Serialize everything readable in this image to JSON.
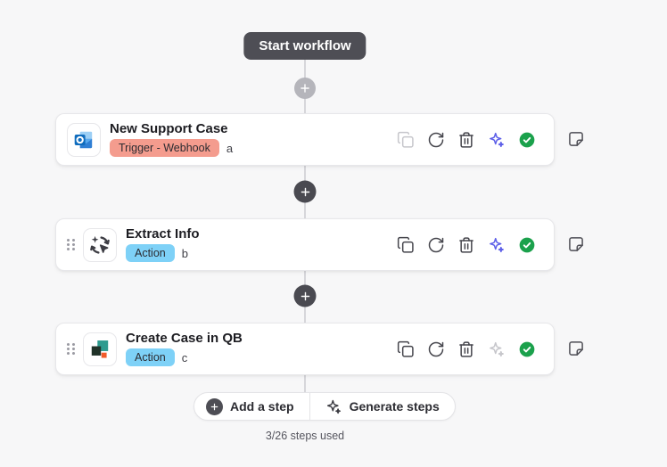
{
  "workflow": {
    "start_label": "Start workflow",
    "usage_text": "3/26 steps used"
  },
  "steps": [
    {
      "title": "New Support Case",
      "badge": "Trigger - Webhook",
      "badge_type": "trigger",
      "key": "a",
      "app_icon": "outlook-icon",
      "status": "success",
      "duplicate_disabled": true,
      "ai_disabled": false,
      "draggable": false
    },
    {
      "title": "Extract Info",
      "badge": "Action",
      "badge_type": "action",
      "key": "b",
      "app_icon": "ai-extract-icon",
      "status": "success",
      "duplicate_disabled": false,
      "ai_disabled": false,
      "draggable": true
    },
    {
      "title": "Create Case in QB",
      "badge": "Action",
      "badge_type": "action",
      "key": "c",
      "app_icon": "quickbase-icon",
      "status": "success",
      "duplicate_disabled": false,
      "ai_disabled": true,
      "draggable": true
    }
  ],
  "footer": {
    "add_step_label": "Add a step",
    "generate_steps_label": "Generate steps"
  },
  "colors": {
    "background": "#f7f7f8",
    "card_background": "#ffffff",
    "card_border": "#e7e7ea",
    "connector": "#d6d6da",
    "dark_badge": "#4e4e55",
    "light_plus": "#b5b5bb",
    "trigger_badge": "#f49c8e",
    "action_badge": "#7ed1f7",
    "icon_default": "#45454c",
    "icon_disabled": "#c6c6cb",
    "ai_purple": "#5d5fe8",
    "status_green": "#1ba14c"
  }
}
